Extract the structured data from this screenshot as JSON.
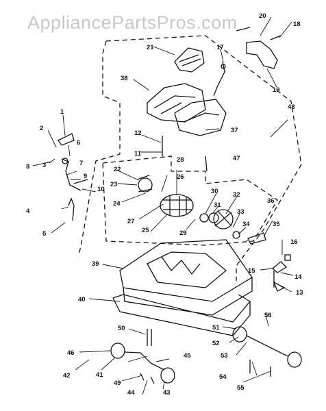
{
  "watermark": "AppliancePartsPros.com",
  "callouts": [
    {
      "id": "c1",
      "text": "1"
    },
    {
      "id": "c2",
      "text": "2"
    },
    {
      "id": "c3",
      "text": "3"
    },
    {
      "id": "c4",
      "text": "4"
    },
    {
      "id": "c5",
      "text": "5"
    },
    {
      "id": "c6",
      "text": "6"
    },
    {
      "id": "c7",
      "text": "7"
    },
    {
      "id": "c8",
      "text": "8"
    },
    {
      "id": "c9",
      "text": "9"
    },
    {
      "id": "c10",
      "text": "10"
    },
    {
      "id": "c11",
      "text": "11"
    },
    {
      "id": "c12",
      "text": "12"
    },
    {
      "id": "c13",
      "text": "13"
    },
    {
      "id": "c14",
      "text": "14"
    },
    {
      "id": "c15",
      "text": "15"
    },
    {
      "id": "c16",
      "text": "16"
    },
    {
      "id": "c17",
      "text": "17"
    },
    {
      "id": "c18",
      "text": "18"
    },
    {
      "id": "c19",
      "text": "19"
    },
    {
      "id": "c20",
      "text": "20"
    },
    {
      "id": "c21",
      "text": "21"
    },
    {
      "id": "c22",
      "text": "22"
    },
    {
      "id": "c23",
      "text": "23"
    },
    {
      "id": "c24",
      "text": "24"
    },
    {
      "id": "c25",
      "text": "25"
    },
    {
      "id": "c26",
      "text": "26"
    },
    {
      "id": "c27",
      "text": "27"
    },
    {
      "id": "c28",
      "text": "28"
    },
    {
      "id": "c29",
      "text": "29"
    },
    {
      "id": "c30",
      "text": "30"
    },
    {
      "id": "c31",
      "text": "31"
    },
    {
      "id": "c32",
      "text": "32"
    },
    {
      "id": "c33",
      "text": "33"
    },
    {
      "id": "c34",
      "text": "34"
    },
    {
      "id": "c35",
      "text": "35"
    },
    {
      "id": "c36",
      "text": "36"
    },
    {
      "id": "c37",
      "text": "37"
    },
    {
      "id": "c38",
      "text": "38"
    },
    {
      "id": "c39",
      "text": "39"
    },
    {
      "id": "c40",
      "text": "40"
    },
    {
      "id": "c41",
      "text": "41"
    },
    {
      "id": "c42",
      "text": "42"
    },
    {
      "id": "c43",
      "text": "43"
    },
    {
      "id": "c44",
      "text": "44"
    },
    {
      "id": "c45",
      "text": "45"
    },
    {
      "id": "c46",
      "text": "46"
    },
    {
      "id": "c47",
      "text": "47"
    },
    {
      "id": "c48",
      "text": "48"
    },
    {
      "id": "c49",
      "text": "49"
    },
    {
      "id": "c50",
      "text": "50"
    },
    {
      "id": "c51",
      "text": "51"
    },
    {
      "id": "c52",
      "text": "52"
    },
    {
      "id": "c53",
      "text": "53"
    },
    {
      "id": "c54",
      "text": "54"
    },
    {
      "id": "c55",
      "text": "55"
    },
    {
      "id": "c56",
      "text": "56"
    }
  ]
}
